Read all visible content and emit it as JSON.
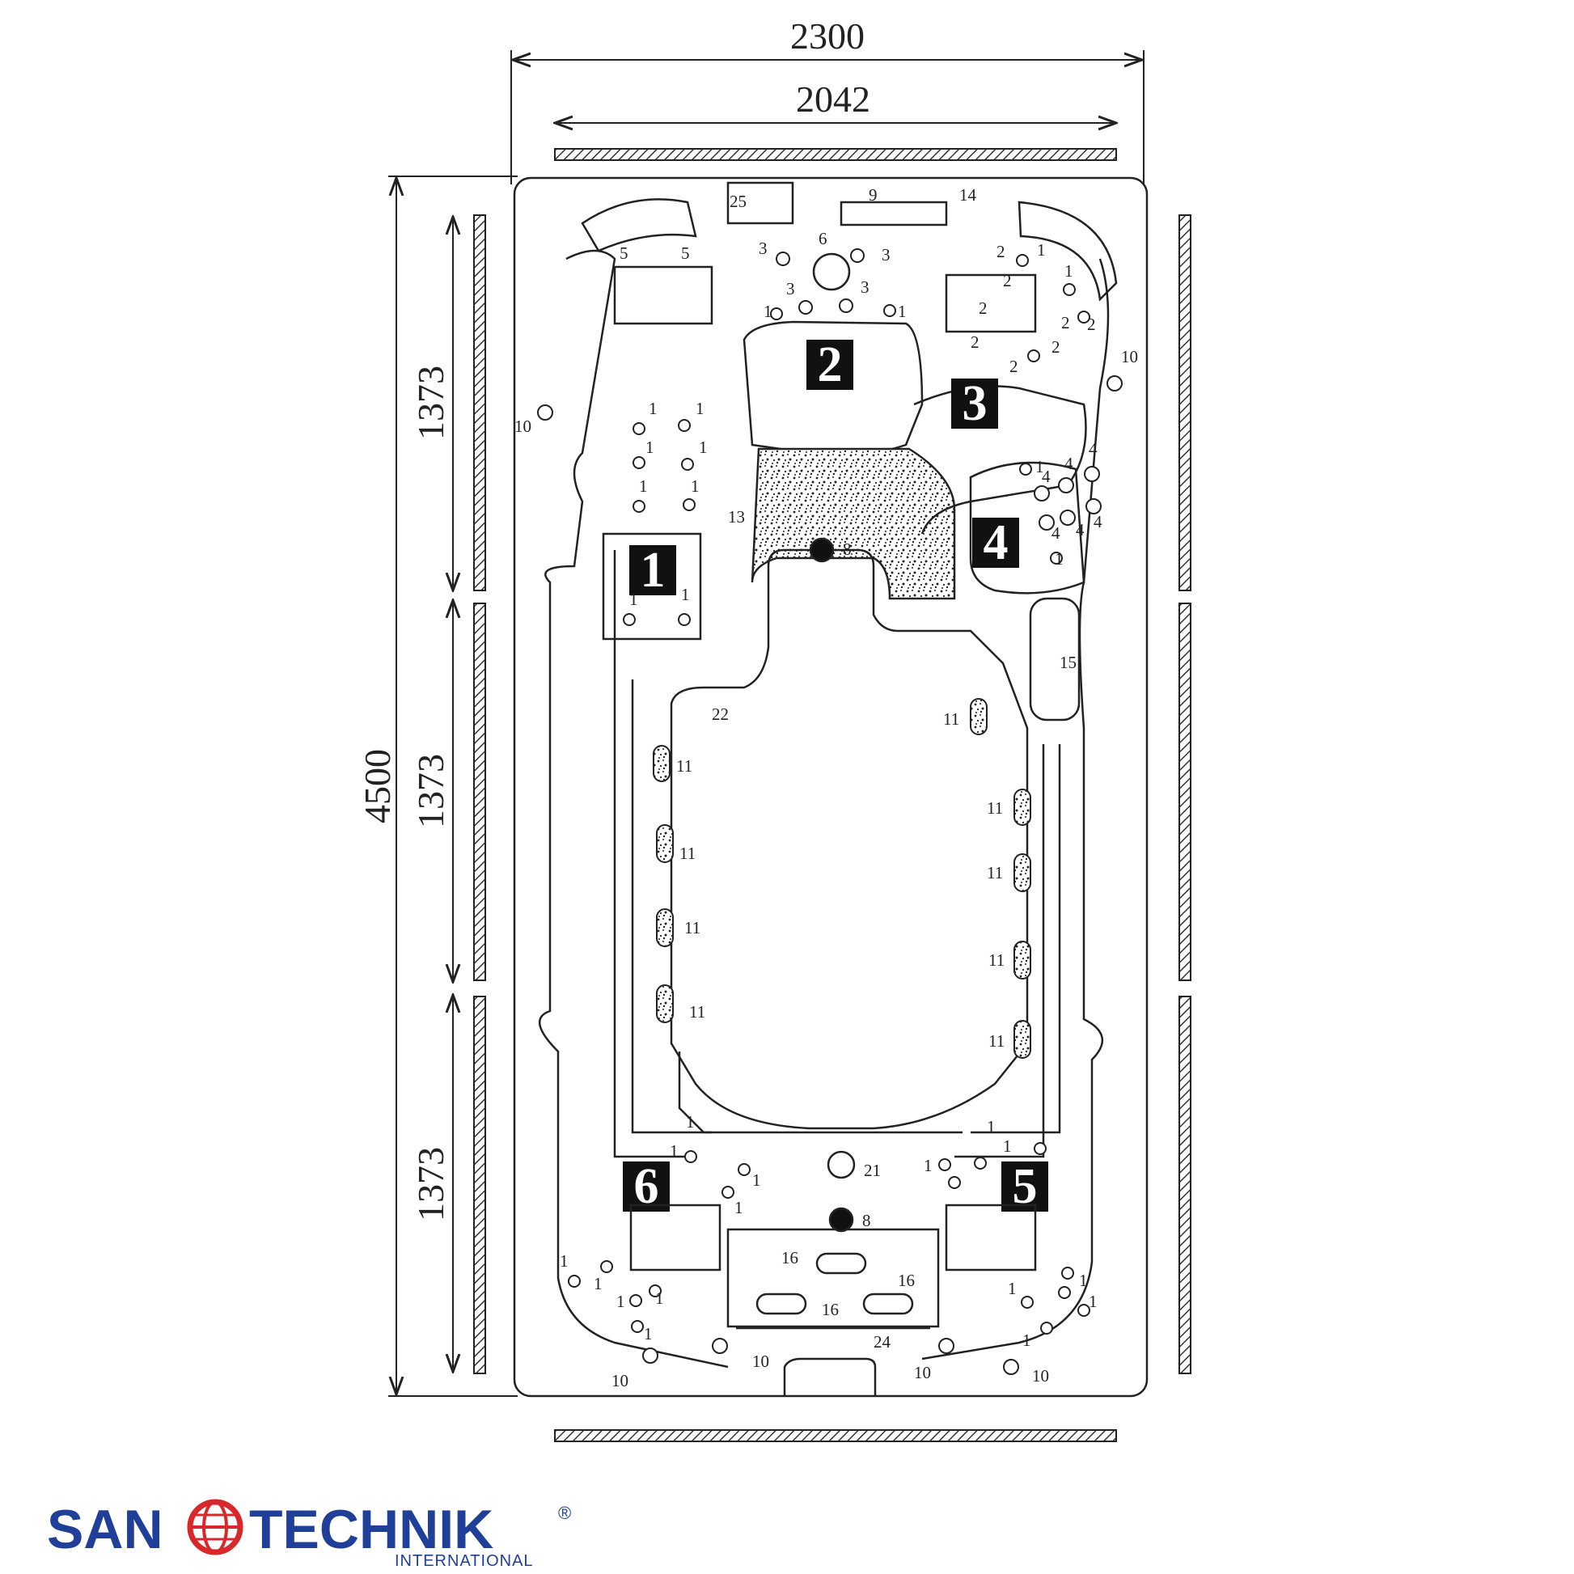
{
  "dimensions": {
    "outer_width": "2300",
    "inner_width": "2042",
    "total_length": "4500",
    "section_1": "1373",
    "section_2": "1373",
    "section_3": "1373"
  },
  "zones": [
    "1",
    "2",
    "3",
    "4",
    "5",
    "6"
  ],
  "part_numbers": {
    "n1": "1",
    "n2": "2",
    "n3": "3",
    "n4": "4",
    "n5": "5",
    "n6": "6",
    "n8": "8",
    "n9": "9",
    "n10": "10",
    "n11": "11",
    "n13": "13",
    "n14": "14",
    "n15": "15",
    "n16": "16",
    "n21": "21",
    "n22": "22",
    "n24": "24",
    "n25": "25"
  },
  "logo": {
    "left": "SAN",
    "right": "TECHNIK",
    "registered": "®",
    "subtitle": "INTERNATIONAL"
  },
  "colors": {
    "brand": "#1f3f98",
    "logo_globe_red": "#d8282b"
  }
}
